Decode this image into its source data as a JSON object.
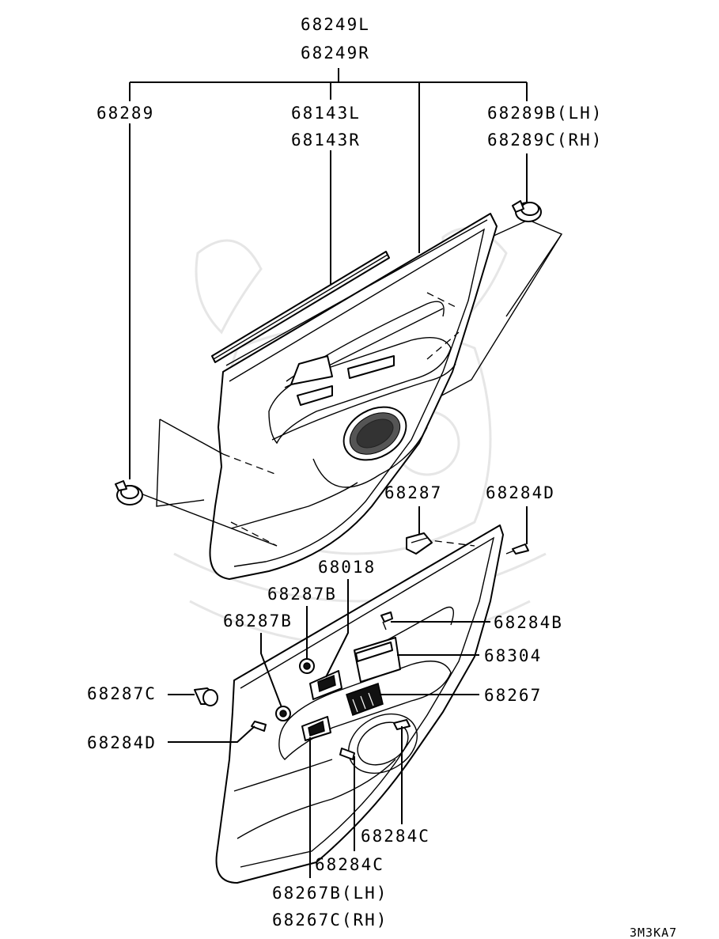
{
  "labels": {
    "l_68249L": "68249L",
    "l_68249R": "68249R",
    "l_68289": "68289",
    "l_68143L": "68143L",
    "l_68143R": "68143R",
    "l_68289B": "68289B(LH)",
    "l_68289C": "68289C(RH)",
    "l_68287": "68287",
    "l_68284D_top": "68284D",
    "l_68018": "68018",
    "l_68287B_a": "68287B",
    "l_68287B_b": "68287B",
    "l_68284B": "68284B",
    "l_68304": "68304",
    "l_68287C": "68287C",
    "l_68267": "68267",
    "l_68284D_left": "68284D",
    "l_68284C_a": "68284C",
    "l_68284C_b": "68284C",
    "l_68267B": "68267B(LH)",
    "l_68267C": "68267C(RH)"
  },
  "diagram_code": "3M3KA7"
}
